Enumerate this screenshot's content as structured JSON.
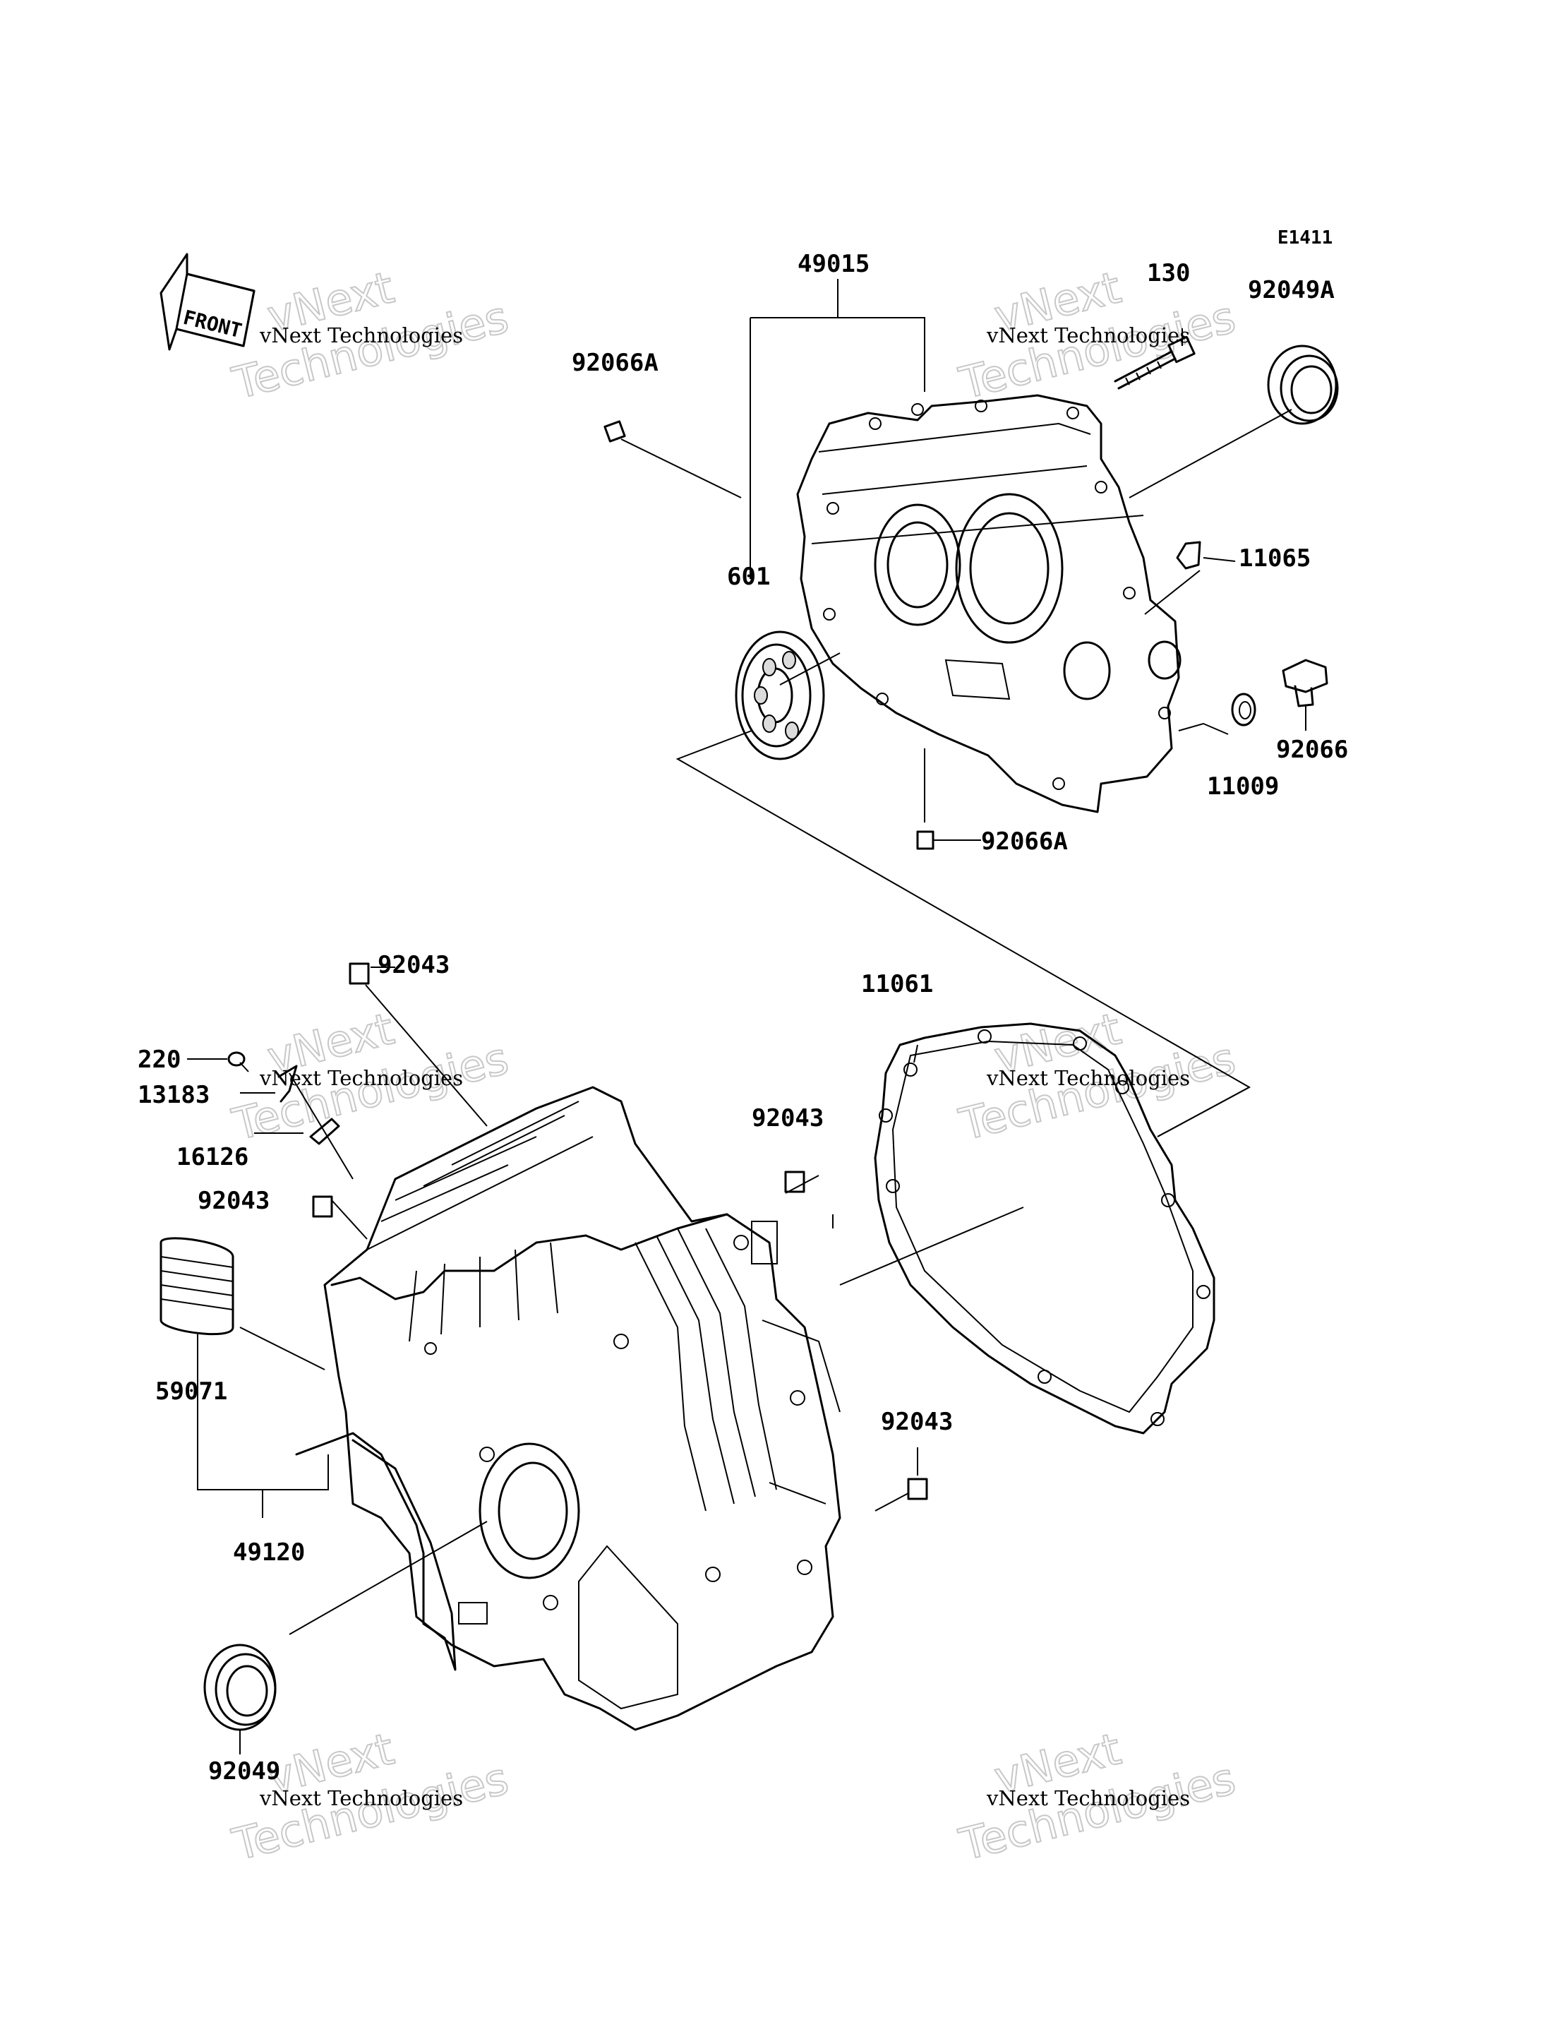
{
  "diagram_code": "E1411",
  "front_label": "FRONT",
  "watermark": {
    "line1": "vNext",
    "line2": "Technologies",
    "caption": "vNext Technologies"
  },
  "labels": {
    "p49015": "49015",
    "p130": "130",
    "p92049A": "92049A",
    "p92066A_top": "92066A",
    "p11065": "11065",
    "p601": "601",
    "p92066": "92066",
    "p11009": "11009",
    "p92066A_bottom": "92066A",
    "p92043_a": "92043",
    "p11061": "11061",
    "p220": "220",
    "p13183": "13183",
    "p16126": "16126",
    "p92043_b": "92043",
    "p92043_c": "92043",
    "p59071": "59071",
    "p49120": "49120",
    "p92043_d": "92043",
    "p92049": "92049"
  }
}
